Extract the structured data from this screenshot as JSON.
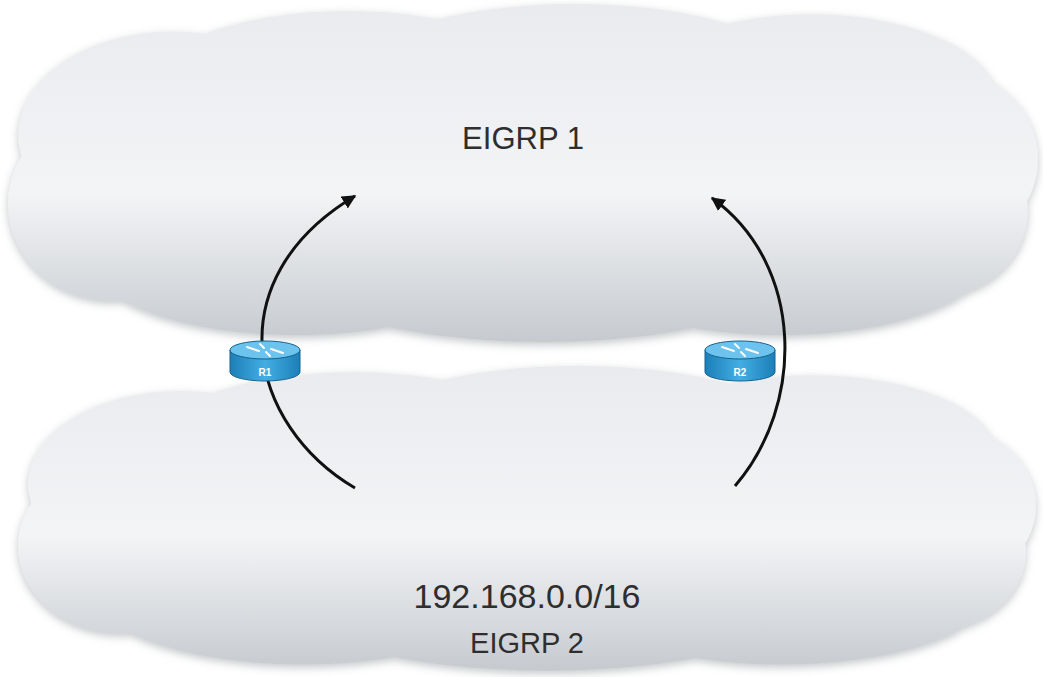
{
  "diagram": {
    "nodes": [
      {
        "text": [
          "EIGRP 1"
        ]
      },
      {
        "text": [
          "R1"
        ]
      },
      {
        "text": [
          "R2"
        ]
      },
      {
        "text": [
          "192.168.0.0/16",
          "EIGRP 2"
        ]
      }
    ],
    "edges": [
      {
        "from": 3,
        "to": 0,
        "arrow": "to"
      },
      {
        "from": 3,
        "to": 0,
        "arrow": "to"
      }
    ]
  }
}
